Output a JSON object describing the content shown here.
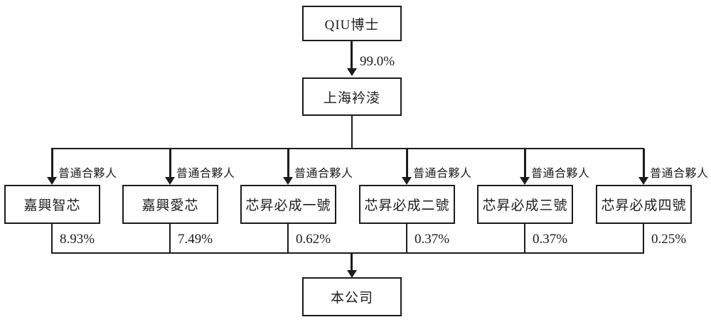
{
  "diagram": {
    "root": {
      "name": "QIU博士",
      "ownership_to_holding": "99.0%"
    },
    "holding": {
      "name": "上海衿淩"
    },
    "partner_role_label": "普通合夥人",
    "partners": [
      {
        "name": "嘉興智芯",
        "ownership": "8.93%"
      },
      {
        "name": "嘉興愛芯",
        "ownership": "7.49%"
      },
      {
        "name": "芯昇必成一號",
        "ownership": "0.62%"
      },
      {
        "name": "芯昇必成二號",
        "ownership": "0.37%"
      },
      {
        "name": "芯昇必成三號",
        "ownership": "0.37%"
      },
      {
        "name": "芯昇必成四號",
        "ownership": "0.25%"
      }
    ],
    "company": {
      "name": "本公司"
    },
    "colors": {
      "line": "#1c1c1c",
      "background": "#ffffff",
      "text": "#1c1c1c"
    }
  }
}
